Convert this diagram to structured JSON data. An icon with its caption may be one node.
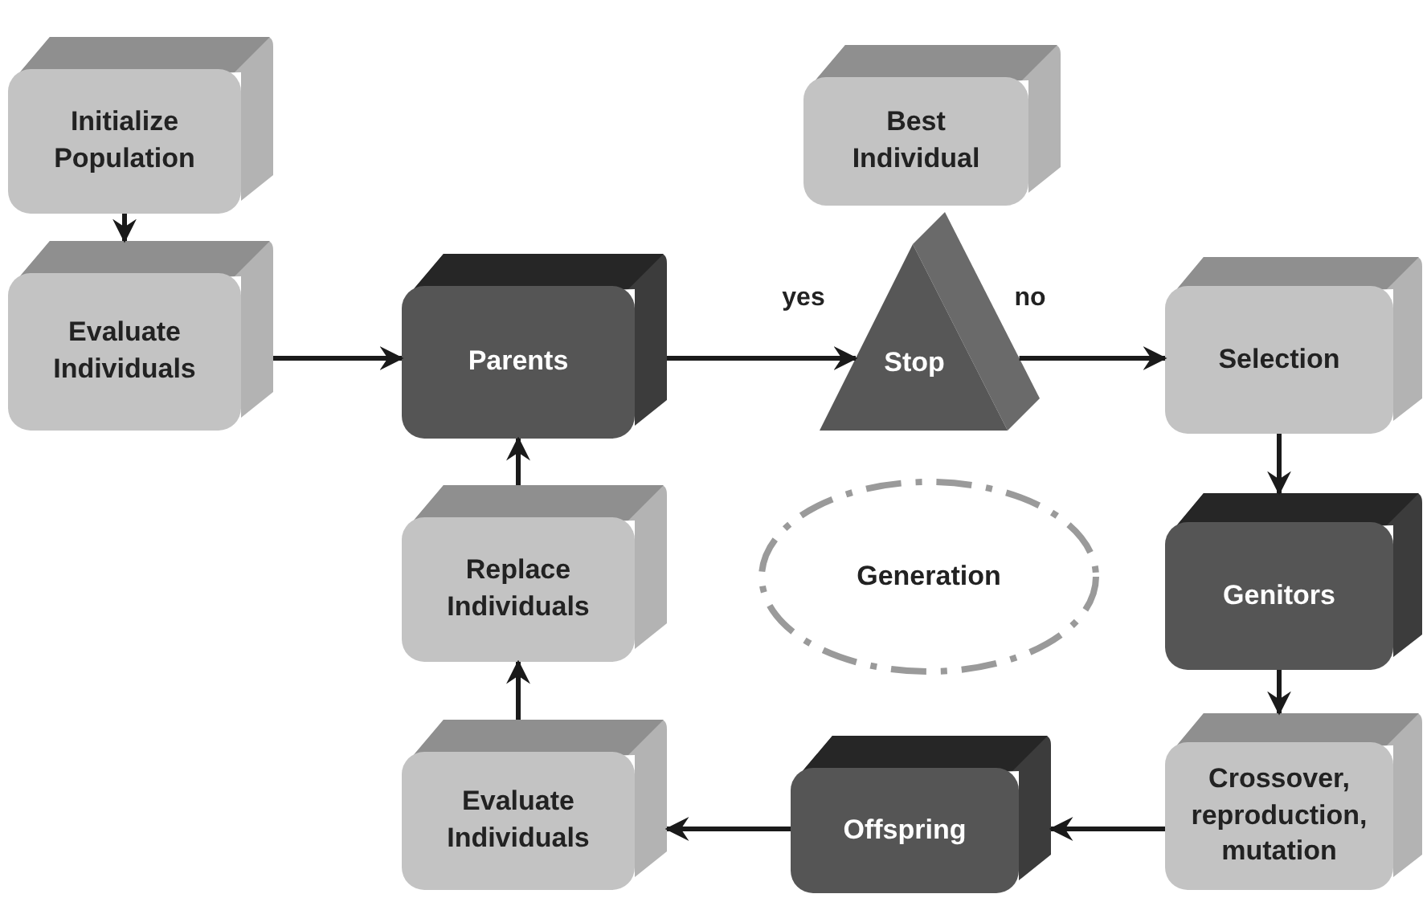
{
  "diagram": {
    "nodes": [
      {
        "text": [
          "Initialize Population"
        ]
      },
      {
        "text": [
          "Evaluate Individuals"
        ]
      },
      {
        "text": [
          "Parents"
        ]
      },
      {
        "text": [
          "Best Individual"
        ]
      },
      {
        "text": [
          "Stop"
        ]
      },
      {
        "text": [
          "Selection"
        ]
      },
      {
        "text": [
          "Genitors"
        ]
      },
      {
        "text": [
          "Crossover, reproduction, mutation"
        ]
      },
      {
        "text": [
          "Offspring"
        ]
      },
      {
        "text": [
          "Evaluate Individuals"
        ]
      },
      {
        "text": [
          "Replace Individuals"
        ]
      },
      {
        "text": [
          "Generation"
        ]
      }
    ],
    "edges": [
      {
        "from": 0,
        "to": 1,
        "arrow": "to"
      },
      {
        "from": 1,
        "to": 2,
        "arrow": "to"
      },
      {
        "from": 2,
        "to": 4,
        "arrow": "to",
        "label": "yes"
      },
      {
        "from": 4,
        "to": 5,
        "arrow": "to",
        "label": "no"
      },
      {
        "from": 5,
        "to": 6,
        "arrow": "to"
      },
      {
        "from": 6,
        "to": 7,
        "arrow": "to"
      },
      {
        "from": 7,
        "to": 8,
        "arrow": "to"
      },
      {
        "from": 8,
        "to": 9,
        "arrow": "to"
      },
      {
        "from": 9,
        "to": 10,
        "arrow": "to"
      },
      {
        "from": 10,
        "to": 2,
        "arrow": "to"
      }
    ]
  }
}
